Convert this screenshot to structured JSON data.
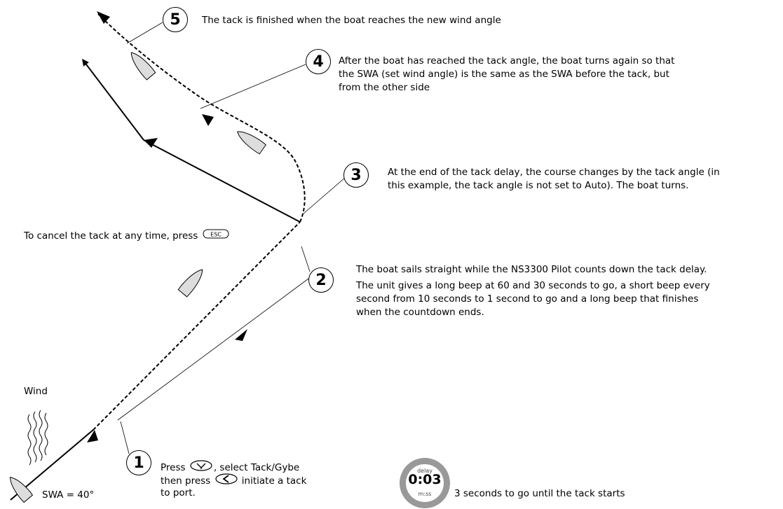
{
  "steps": [
    {
      "number": "1",
      "line1_a": "Press",
      "line1_b": ", select Tack/Gybe",
      "line2_a": "then press",
      "line2_b": " initiate a tack",
      "line3": "to port."
    },
    {
      "number": "2",
      "lines": [
        "The boat sails straight while the NS3300 Pilot counts down the tack delay.",
        "The unit gives a long beep at 60 and 30 seconds to go, a short beep every",
        "second from 10 seconds to 1 second to go and a long beep that finishes",
        "when the countdown ends."
      ]
    },
    {
      "number": "3",
      "lines": [
        "At the end of the tack delay, the course changes by the tack angle (in",
        "this example, the tack angle is not set to Auto). The boat turns."
      ]
    },
    {
      "number": "4",
      "lines": [
        "After the boat has reached the tack angle, the boat turns again so that",
        "the SWA (set wind angle) is the same as the SWA before the tack, but",
        "from  the other side"
      ]
    },
    {
      "number": "5",
      "lines": [
        "The tack is finished when the boat reaches the new wind angle"
      ]
    }
  ],
  "cancel_text": "To cancel the tack at any time, press",
  "wind_label": "Wind",
  "swa_label": "SWA = 40°",
  "key_icons": {
    "tack": "tack-key-icon",
    "port": "left-arrow-key-icon",
    "esc": "esc-key-icon",
    "esc_label": "ESC"
  },
  "gauge": {
    "label_top": "delay",
    "value": "0:03",
    "label_bottom": "m:ss",
    "caption": "3 seconds to go until the tack starts"
  }
}
